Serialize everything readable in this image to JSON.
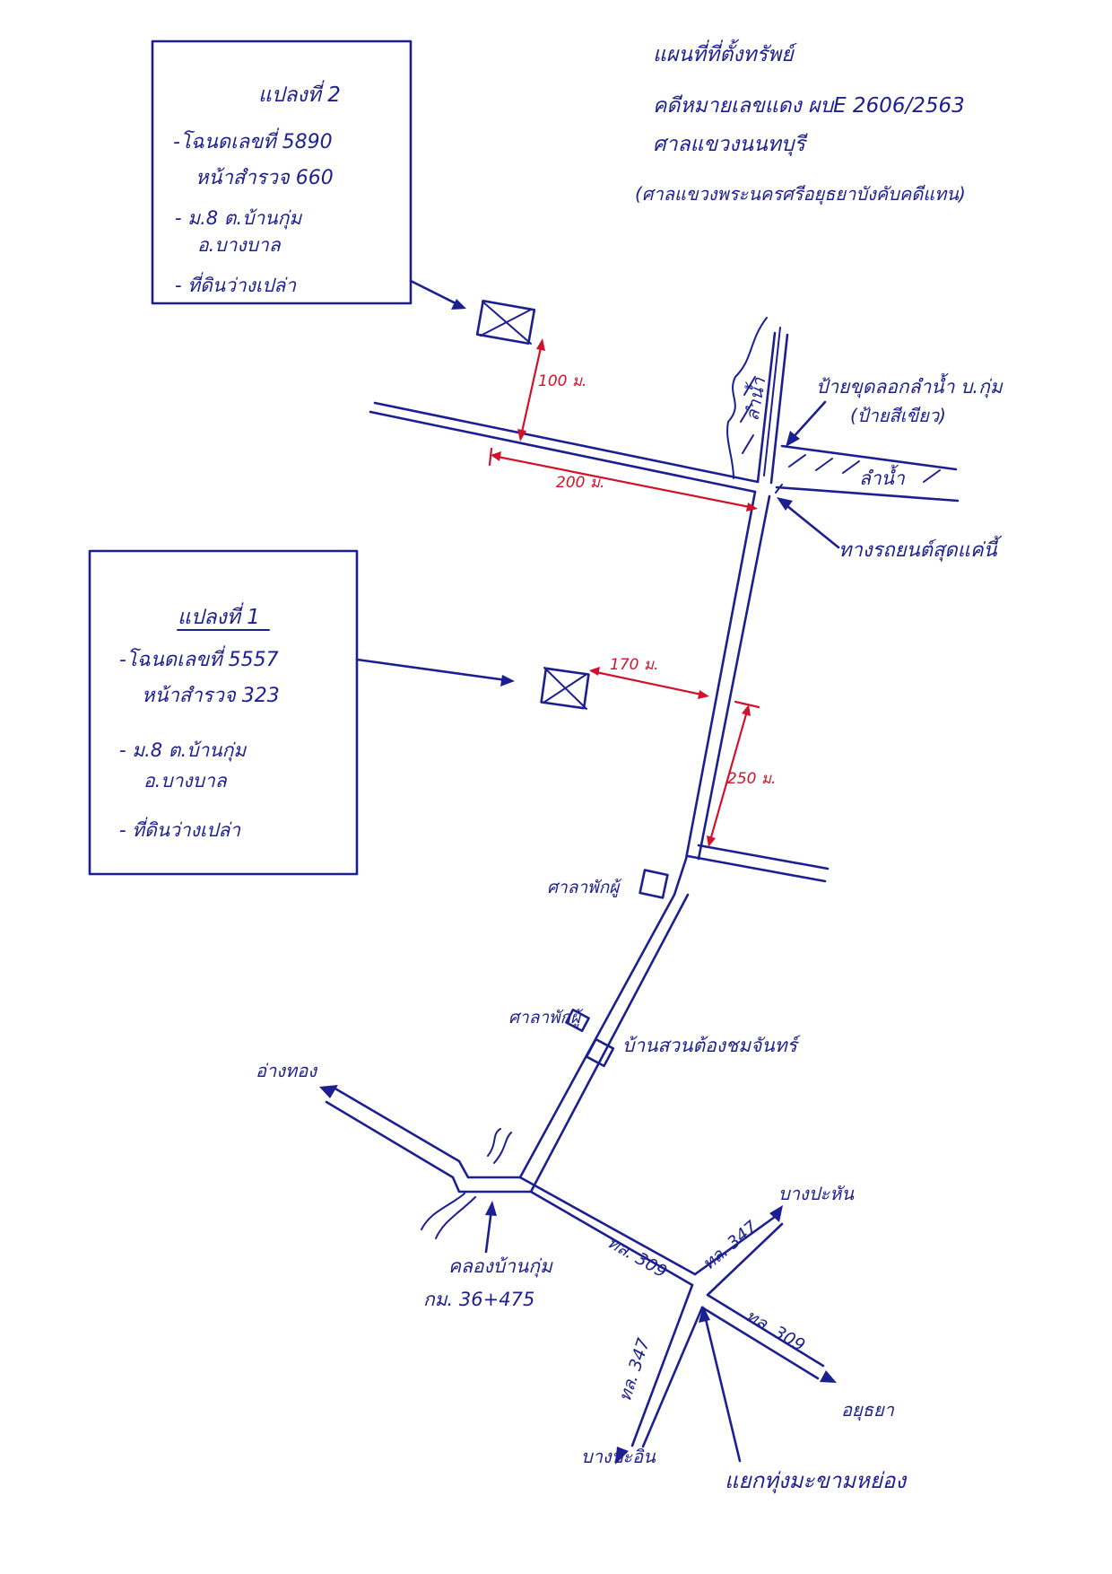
{
  "title": {
    "line1": "แผนที่ที่ตั้งทรัพย์",
    "line2": "คดีหมายเลขแดง ผบE 2606/2563",
    "line3": "ศาลแขวงนนทบุรี",
    "line4": "(ศาลแขวงพระนครศรีอยุธยาบังคับคดีแทน)"
  },
  "parcel2": {
    "heading": "แปลงที่ 2",
    "deed": "-โฉนดเลขที่ 5890",
    "survey": "หน้าสำรวจ 660",
    "location1": "- ม.8 ต.บ้านกุ่ม",
    "location2": "อ.บางบาล",
    "status": "- ที่ดินว่างเปล่า"
  },
  "parcel1": {
    "heading": "แปลงที่ 1",
    "deed": "-โฉนดเลขที่ 5557",
    "survey": "หน้าสำรวจ 323",
    "location1": "- ม.8 ต.บ้านกุ่ม",
    "location2": "อ.บางบาล",
    "status": "- ที่ดินว่างเปล่า"
  },
  "distances": {
    "d100": "100 ม.",
    "d200": "200 ม.",
    "d170": "170 ม.",
    "d250": "250 ม."
  },
  "labels": {
    "stream_vertical": "ลำน้ำ",
    "stream_horizontal": "ลำน้ำ",
    "stream_sign1": "ป้ายขุดลอกลำน้ำ บ.กุ่ม",
    "stream_sign2": "(ป้ายสีเขียว)",
    "road_end": "ทางรถยนต์สุดแค่นี้",
    "sala1": "ศาลาพักผู้",
    "sala2": "ศาลาพักผู้",
    "village": "บ้านสวนต้องชมจันทร์",
    "angthong": "อ่างทอง",
    "canal1": "คลองบ้านกุ่ม",
    "canal2": "กม. 36+475",
    "route309_left": "ทล. 309",
    "route347_up": "ทล. 347",
    "route309_right": "ทล. 309",
    "route347_down": "ทล. 347",
    "bangpahan": "บางปะหัน",
    "ayutthaya": "อยุธยา",
    "bangpain": "บางปะอิน",
    "junction": "แยกทุ่งมะขามหย่อง"
  },
  "colors": {
    "ink": "#1c1f8f",
    "distance": "#d0132b"
  }
}
